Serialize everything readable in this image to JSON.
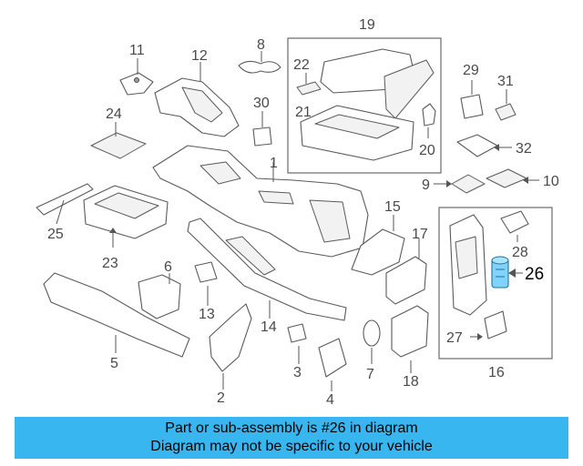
{
  "diagram": {
    "highlight_color": "#7fd4ff",
    "highlighted_part": "26",
    "callouts": {
      "p1": "1",
      "p2": "2",
      "p3": "3",
      "p4": "4",
      "p5": "5",
      "p6": "6",
      "p7": "7",
      "p8": "8",
      "p9": "9",
      "p10": "10",
      "p11": "11",
      "p12": "12",
      "p13": "13",
      "p14": "14",
      "p15": "15",
      "p16": "16",
      "p17": "17",
      "p18": "18",
      "p19": "19",
      "p20": "20",
      "p21": "21",
      "p22": "22",
      "p23": "23",
      "p24": "24",
      "p25": "25",
      "p26": "26",
      "p27": "27",
      "p28": "28",
      "p29": "29",
      "p30": "30",
      "p31": "31",
      "p32": "32"
    }
  },
  "banner": {
    "background": "#38b6f0",
    "line1": "Part or sub-assembly is #26 in diagram",
    "line2": "Diagram may not be specific to your vehicle"
  }
}
